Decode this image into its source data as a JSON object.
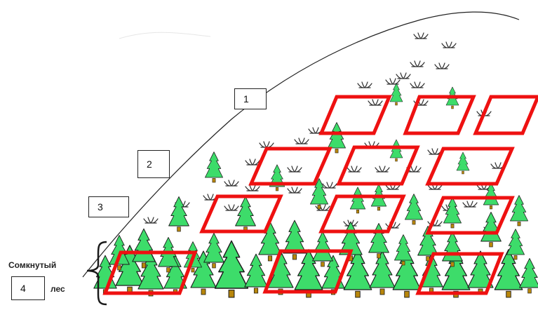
{
  "labels": {
    "zone1": "1",
    "zone2": "2",
    "zone3": "3",
    "zone4": "4",
    "closed_forest_line1": "Сомкнутый",
    "closed_forest_line2": "лес"
  },
  "colors": {
    "tree": "#3ddc6a",
    "trunk": "#b8860b",
    "outline": "#1a1a1a",
    "plot": "#ee1111",
    "shrub": "#333333"
  },
  "icons": [
    "tree-icon",
    "shrub-icon",
    "sample-plot-frame",
    "brace"
  ]
}
